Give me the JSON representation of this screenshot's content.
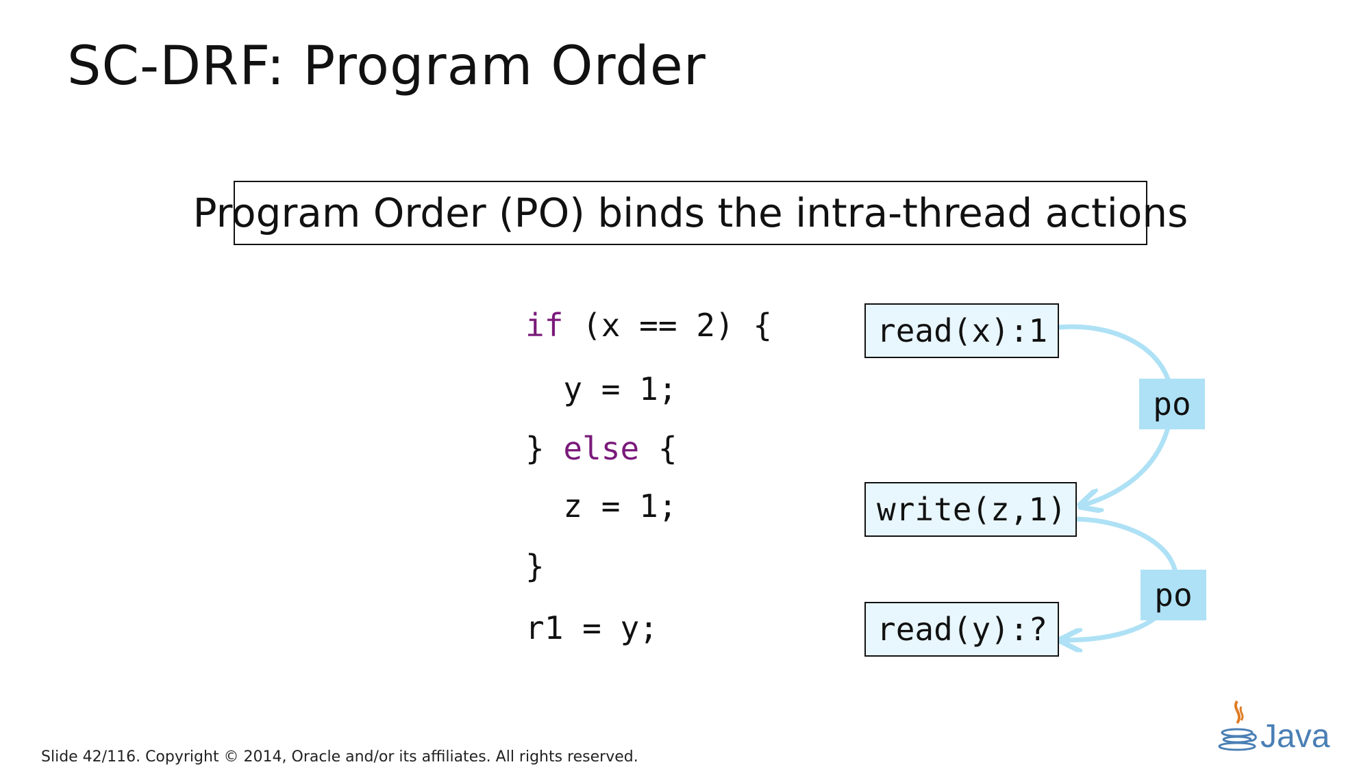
{
  "slide": {
    "title": "SC-DRF: Program Order",
    "callout": "Program Order (PO) binds the intra-thread actions"
  },
  "code": {
    "line1_kw": "if",
    "line1_rest": " (x == 2) {",
    "line2": "  y = 1;",
    "line3_brace": "} ",
    "line3_kw": "else",
    "line3_rest": " {",
    "line4": "  z = 1;",
    "line5": "}",
    "line6": "r1 = y;"
  },
  "actions": [
    {
      "label": "read(x):1"
    },
    {
      "label": "write(z,1)"
    },
    {
      "label": "read(y):?"
    }
  ],
  "edges": [
    {
      "label": "po"
    },
    {
      "label": "po"
    }
  ],
  "footer": {
    "text": "Slide 42/116. Copyright © 2014, Oracle and/or its affiliates. All rights reserved."
  },
  "logo": {
    "text": "Java",
    "icon": "java-cup-icon"
  },
  "colors": {
    "keyword": "#7a1a7a",
    "action_fill": "#e8f6fd",
    "edge": "#aee1f5"
  }
}
